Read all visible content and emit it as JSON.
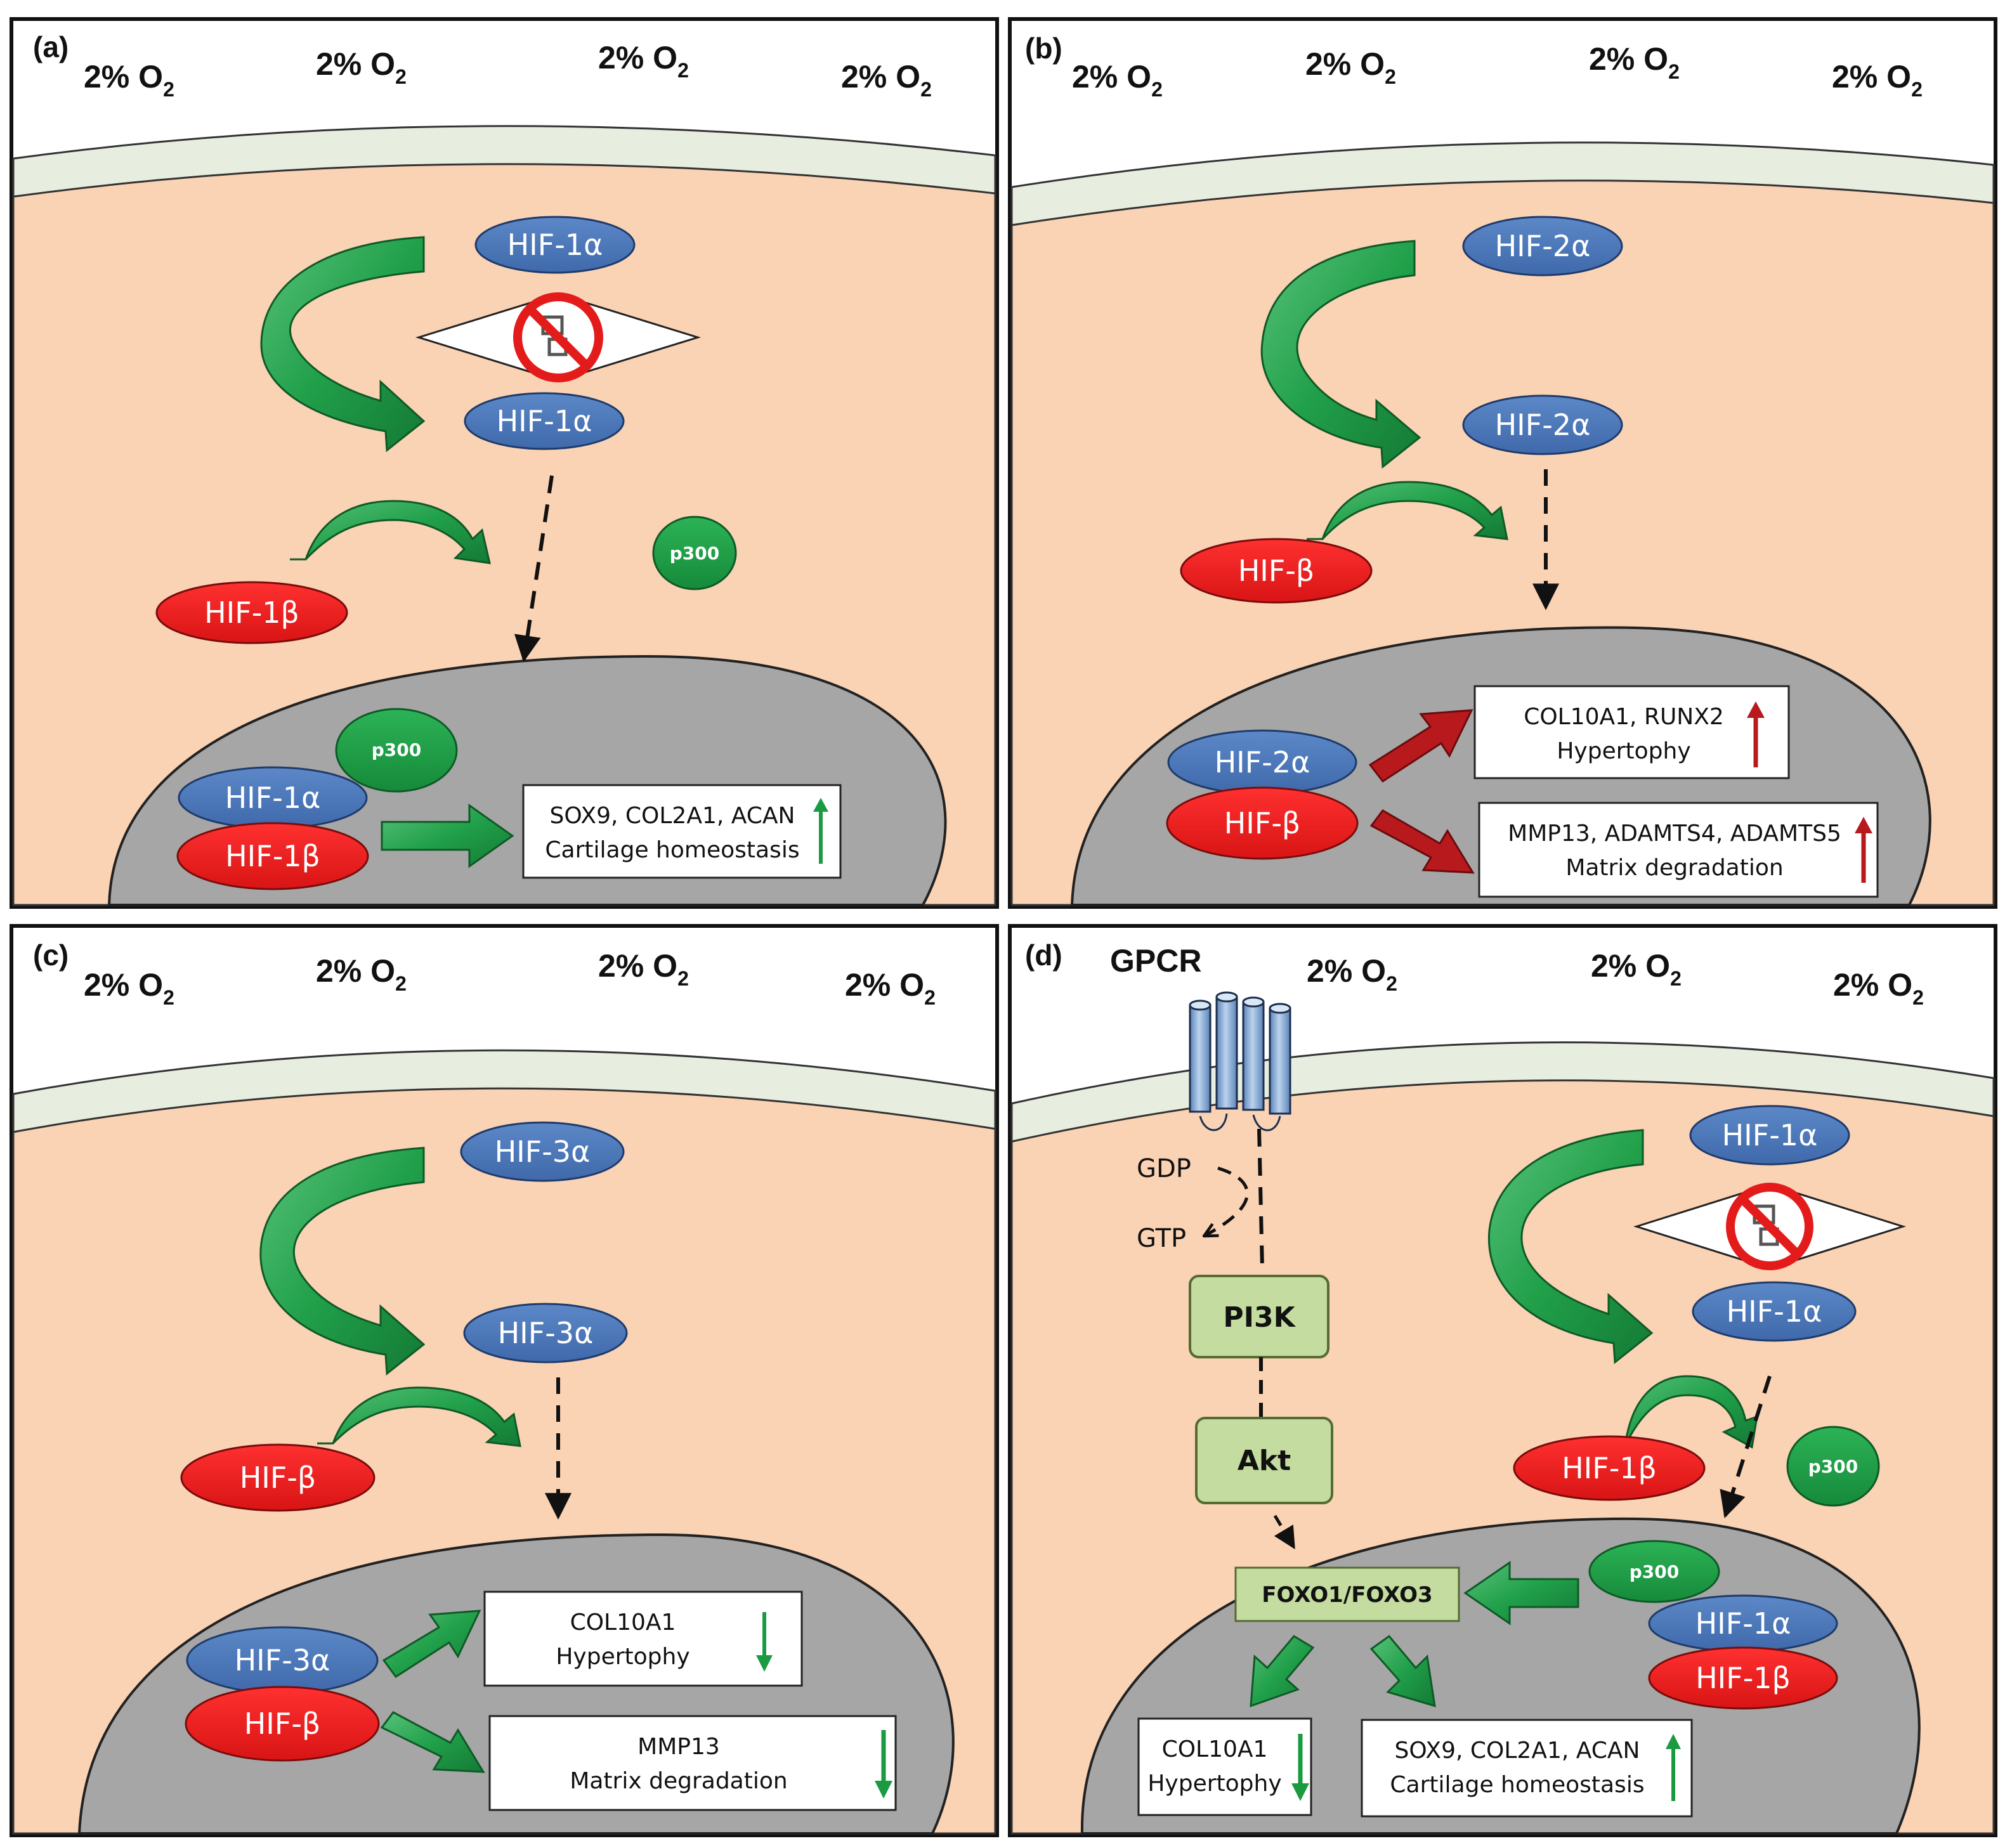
{
  "panels": {
    "a": {
      "letter": "(a)",
      "o2": [
        "2% O",
        "2% O",
        "2% O",
        "2% O"
      ],
      "o2_sub": "2",
      "hif_top": "HIF-1α",
      "hif_mid": "HIF-1α",
      "hif_beta": "HIF-1β",
      "p300_free": "p300",
      "p300_nuc": "p300",
      "nuc_alpha": "HIF-1α",
      "nuc_beta": "HIF-1β",
      "box_line1": "SOX9, COL2A1, ACAN",
      "box_line2": "Cartilage homeostasis"
    },
    "b": {
      "letter": "(b)",
      "o2": [
        "2% O",
        "2% O",
        "2% O",
        "2% O"
      ],
      "hif_top": "HIF-2α",
      "hif_mid": "HIF-2α",
      "hif_beta": "HIF-β",
      "nuc_alpha": "HIF-2α",
      "nuc_beta": "HIF-β",
      "box1_line1": "COL10A1, RUNX2",
      "box1_line2": "Hypertophy",
      "box2_line1": "MMP13, ADAMTS4, ADAMTS5",
      "box2_line2": "Matrix degradation"
    },
    "c": {
      "letter": "(c)",
      "o2": [
        "2% O",
        "2% O",
        "2% O",
        "2% O"
      ],
      "hif_top": "HIF-3α",
      "hif_mid": "HIF-3α",
      "hif_beta": "HIF-β",
      "nuc_alpha": "HIF-3α",
      "nuc_beta": "HIF-β",
      "box1_line1": "COL10A1",
      "box1_line2": "Hypertophy",
      "box2_line1": "MMP13",
      "box2_line2": "Matrix degradation"
    },
    "d": {
      "letter": "(d)",
      "o2": [
        "2% O",
        "2% O",
        "2% O"
      ],
      "gpcr": "GPCR",
      "gdp": "GDP",
      "gtp": "GTP",
      "pi3k": "PI3K",
      "akt": "Akt",
      "foxo": "FOXO1/FOXO3",
      "hif_top": "HIF-1α",
      "hif_mid": "HIF-1α",
      "hif_beta": "HIF-1β",
      "p300_free": "p300",
      "p300_nuc": "p300",
      "nuc_alpha": "HIF-1α",
      "nuc_beta": "HIF-1β",
      "box1_line1": "COL10A1",
      "box1_line2": "Hypertophy",
      "box2_line1": "SOX9, COL2A1, ACAN",
      "box2_line2": "Cartilage homeostasis"
    }
  },
  "colors": {
    "cytoplasm": "#fad2b4",
    "membrane": "#e8eedf",
    "nucleus": "#a6a6a6",
    "hif_alpha": "#4a76b8",
    "hif_beta": "#ee1c1c",
    "p300": "#1f9e46",
    "green_arrow": "#21a04a",
    "red_arrow": "#b8191d",
    "kinase": "#c4dca0"
  }
}
